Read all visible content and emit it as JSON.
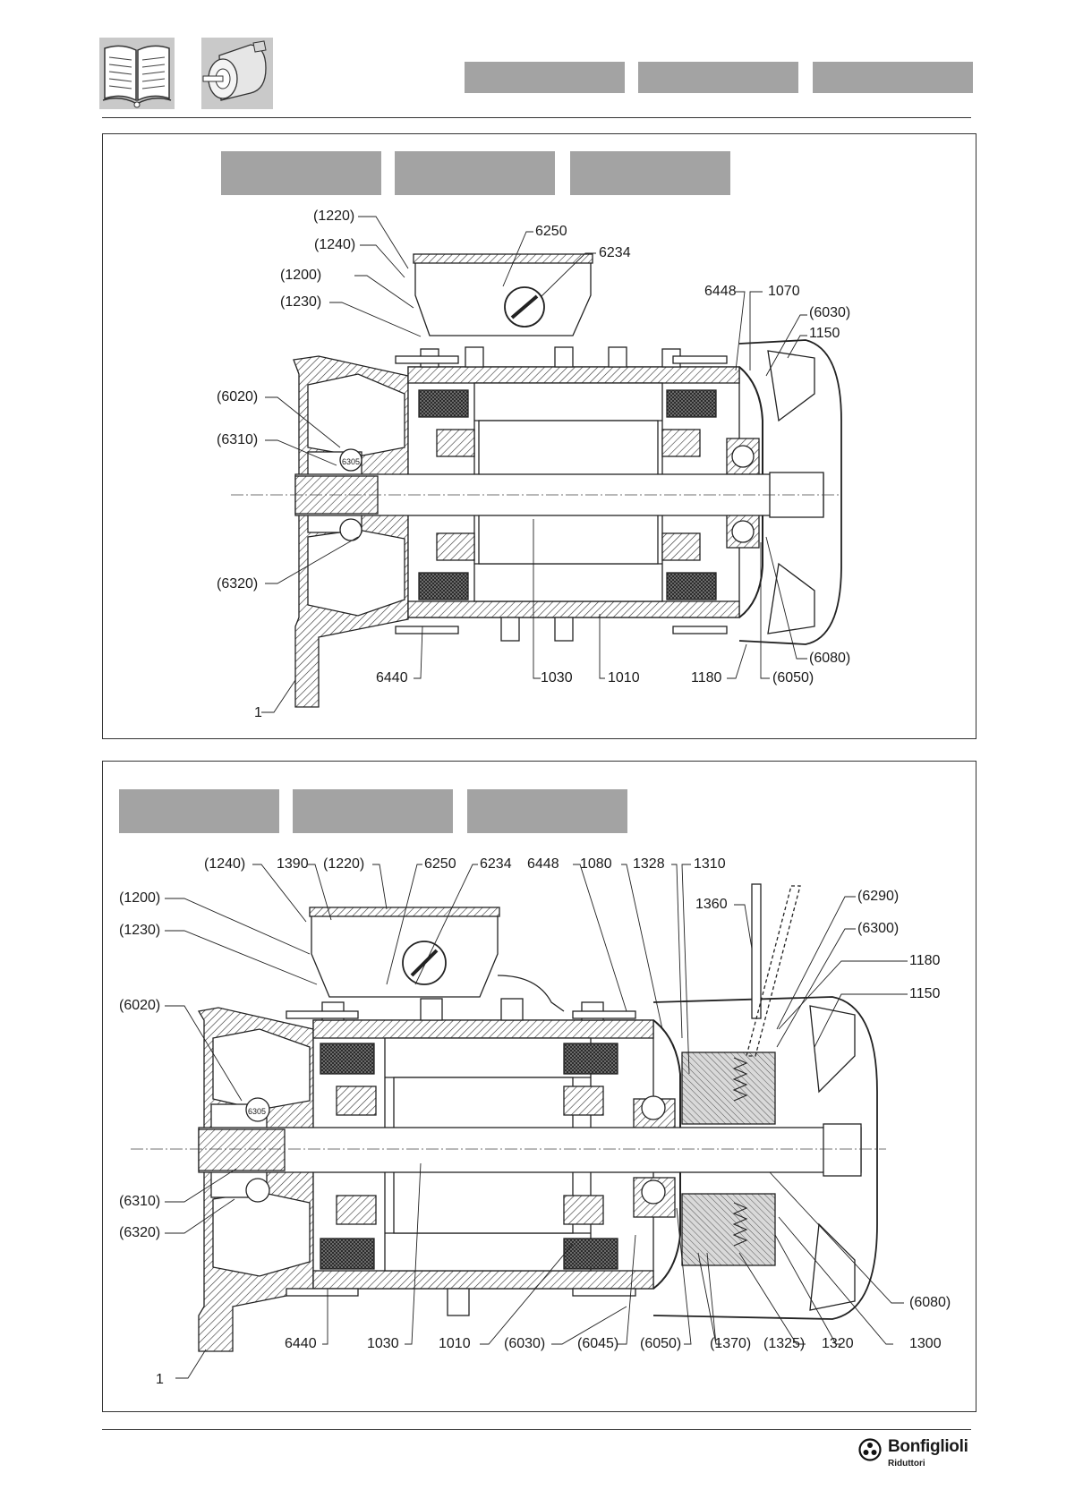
{
  "header": {
    "manual_icon": "open-book-icon",
    "motor_icon": "electric-motor-icon",
    "blank_boxes": 3
  },
  "figure1": {
    "labels": {
      "l1220": "(1220)",
      "l1240": "(1240)",
      "l1200": "(1200)",
      "l1230": "(1230)",
      "l6250": "6250",
      "l6234": "6234",
      "l6448": "6448",
      "l1070": "1070",
      "l6030": "(6030)",
      "l1150": "1150",
      "l6020": "(6020)",
      "l6310": "(6310)",
      "l6320": "(6320)",
      "l6080": "(6080)",
      "l6440": "6440",
      "l1030": "1030",
      "l1010": "1010",
      "l1180": "1180",
      "l6050": "(6050)",
      "l1": "1",
      "bearing": "6305"
    }
  },
  "figure2": {
    "labels": {
      "l1240": "(1240)",
      "l1390": "1390",
      "l1220": "(1220)",
      "l6250": "6250",
      "l6234": "6234",
      "l6448": "6448",
      "l1080": "1080",
      "l1328": "1328",
      "l1310": "1310",
      "l1200": "(1200)",
      "l1230": "(1230)",
      "l1360": "1360",
      "l6290": "(6290)",
      "l6300": "(6300)",
      "l1180": "1180",
      "l1150": "1150",
      "l6020": "(6020)",
      "l6310": "(6310)",
      "l6320": "(6320)",
      "l6080": "(6080)",
      "l6440": "6440",
      "l1030": "1030",
      "l1010": "1010",
      "l6030": "(6030)",
      "l6045": "(6045)",
      "l6050": "(6050)",
      "l1370": "(1370)",
      "l1325": "(1325)",
      "l1320": "1320",
      "l1300": "1300",
      "l1": "1",
      "bearing": "6305"
    }
  },
  "footer": {
    "brand": "Bonfiglioli",
    "brand_sub": "Riduttori",
    "logo_icon": "bonfiglioli-logo-icon"
  }
}
